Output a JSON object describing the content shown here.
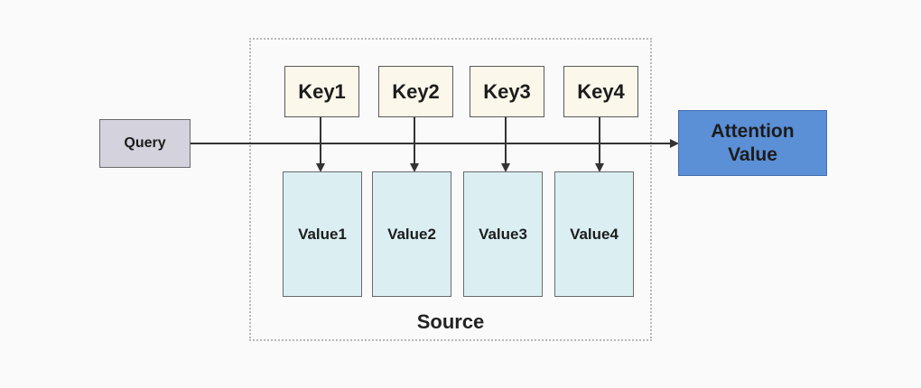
{
  "query": {
    "label": "Query"
  },
  "keys": [
    {
      "label": "Key1"
    },
    {
      "label": "Key2"
    },
    {
      "label": "Key3"
    },
    {
      "label": "Key4"
    }
  ],
  "values": [
    {
      "label": "Value1"
    },
    {
      "label": "Value2"
    },
    {
      "label": "Value3"
    },
    {
      "label": "Value4"
    }
  ],
  "attention": {
    "line1": "Attention",
    "line2": "Value"
  },
  "source": {
    "label": "Source"
  },
  "colors": {
    "key_fill": "#fbf7ea",
    "value_fill": "#dbeff3",
    "query_fill": "#d4d2dc",
    "attention_fill": "#5b8fd6",
    "line": "#333333"
  }
}
